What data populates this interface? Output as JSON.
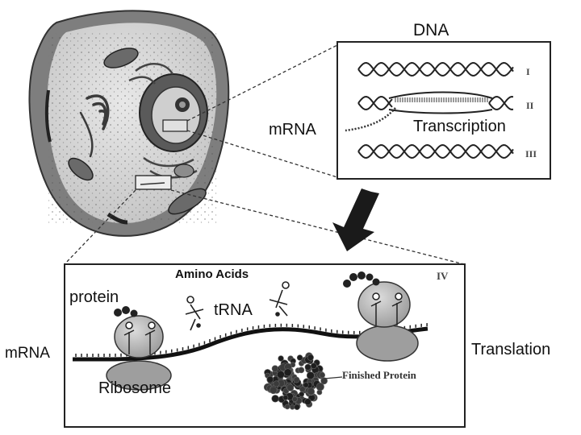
{
  "labels": {
    "dna": "DNA",
    "mrna_top": "mRNA",
    "transcription": "Transcription",
    "amino_acids": "Amino Acids",
    "protein": "protein",
    "trna": "tRNA",
    "mrna_left": "mRNA",
    "translation": "Translation",
    "ribosome": "Ribosome",
    "finished_protein": "Finished Protein"
  },
  "stages": {
    "i": "I",
    "ii": "II",
    "iii": "III",
    "iv": "IV"
  },
  "colors": {
    "cell_fill": "#8a8a8a",
    "cytoplasm": "#d6d6d6",
    "organelle": "#4a4a4a",
    "ribosome": "#b5b5b5",
    "line": "#222222",
    "arrow": "#1a1a1a"
  }
}
